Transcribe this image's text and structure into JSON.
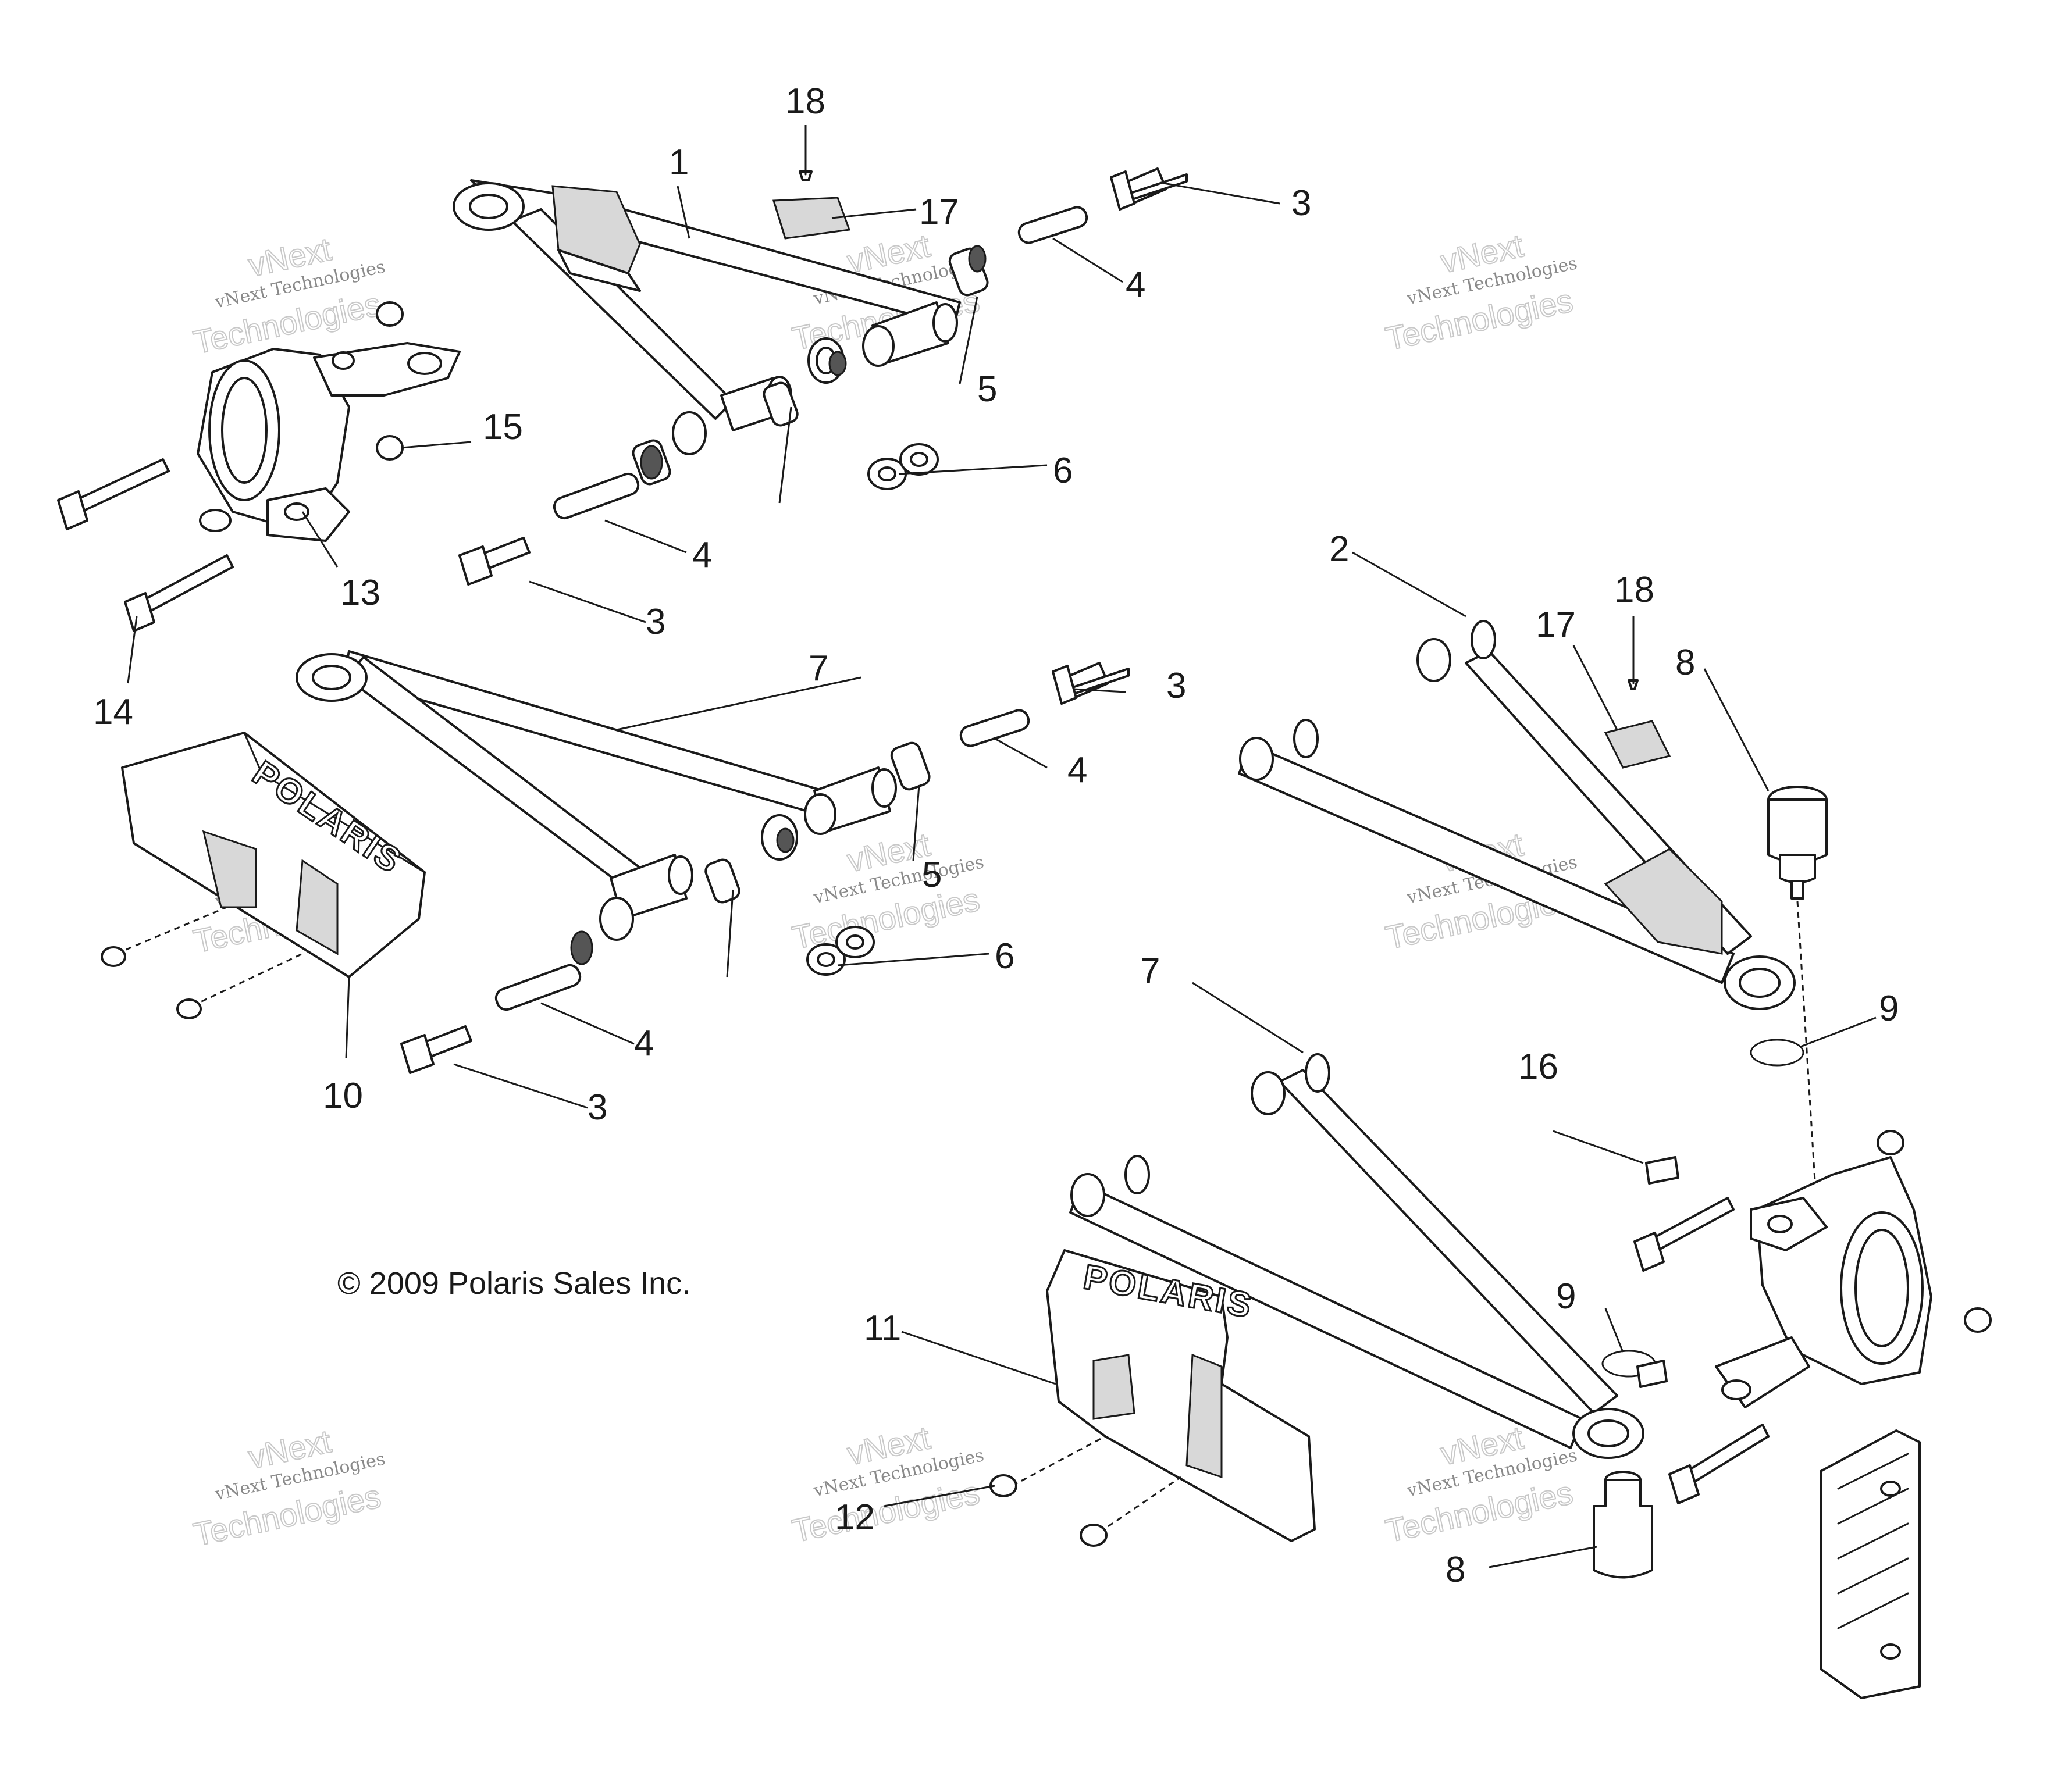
{
  "copyright": "© 2009 Polaris Sales Inc.",
  "logo_text": "POLARIS",
  "watermark": {
    "small": "vNext Technologies",
    "large_1": "vNext",
    "large_2": "Technologies"
  },
  "callouts": {
    "c1": "1",
    "c2": "2",
    "c3a": "3",
    "c3b": "3",
    "c3c": "3",
    "c3d": "3",
    "c4a": "4",
    "c4b": "4",
    "c4c": "4",
    "c4d": "4",
    "c5a": "5",
    "c5b": "5",
    "c6a": "6",
    "c6b": "6",
    "c7a": "7",
    "c7b": "7",
    "c8a": "8",
    "c8b": "8",
    "c9a": "9",
    "c9b": "9",
    "c10": "10",
    "c11": "11",
    "c12": "12",
    "c13": "13",
    "c14": "14",
    "c15": "15",
    "c16": "16",
    "c17a": "17",
    "c17b": "17",
    "c18a": "18",
    "c18b": "18"
  }
}
